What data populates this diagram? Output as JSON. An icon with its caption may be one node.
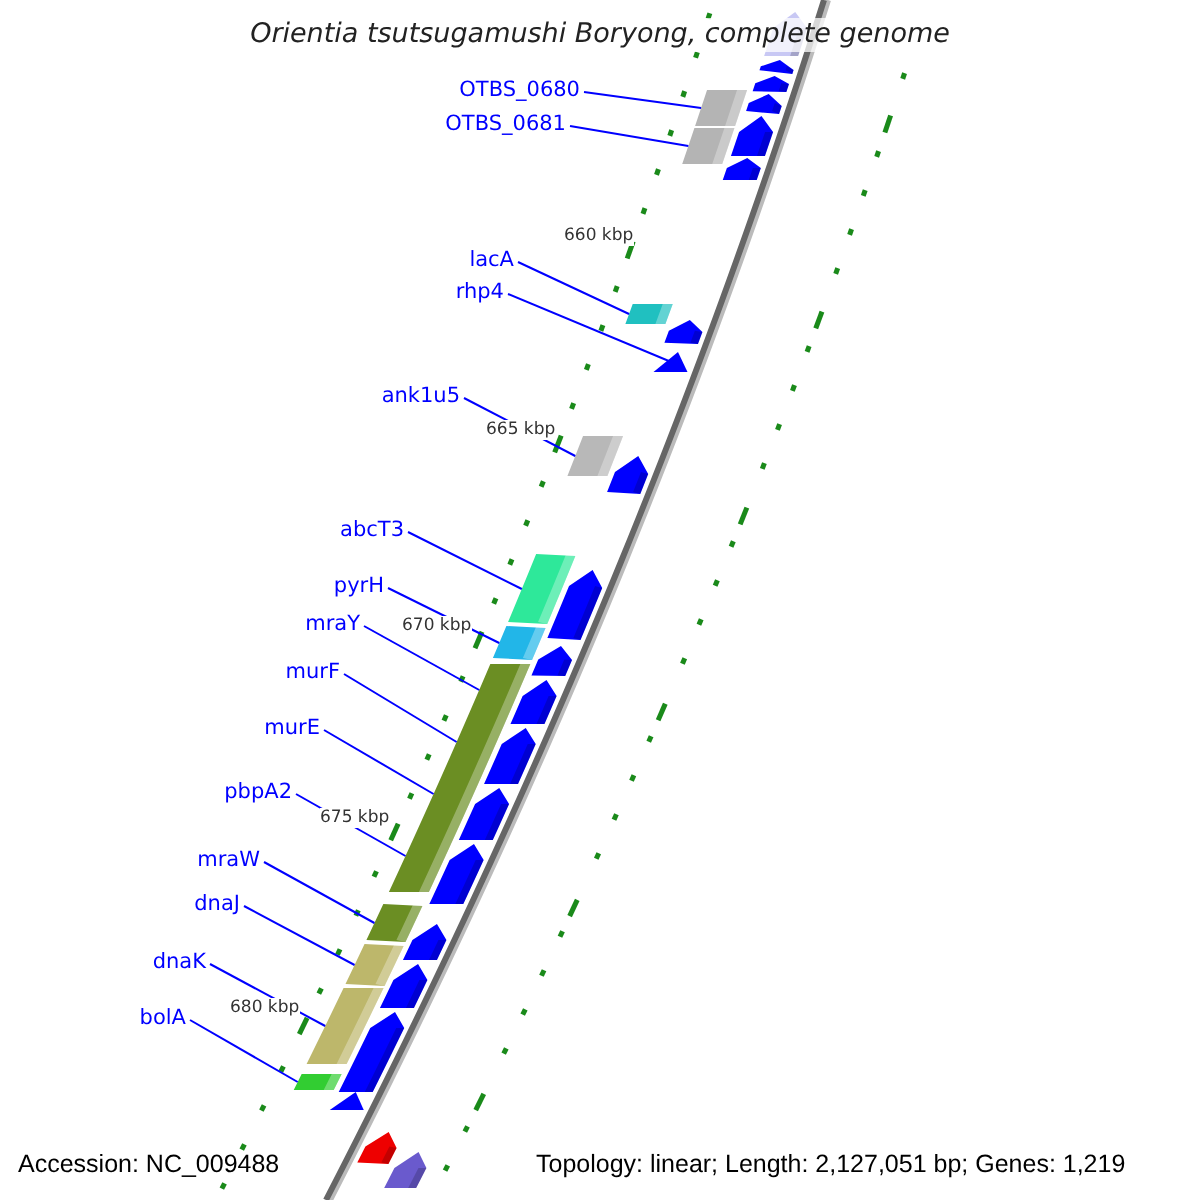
{
  "diagram": {
    "title": "Orientia tsutsugamushi Boryong, complete genome",
    "nodes": [
      {
        "text": [
          "OTBS_0680"
        ]
      },
      {
        "text": [
          "OTBS_0681"
        ]
      },
      {
        "text": [
          "lacA"
        ]
      },
      {
        "text": [
          "rhp4"
        ]
      },
      {
        "text": [
          "ank1u5"
        ]
      },
      {
        "text": [
          "abcT3"
        ]
      },
      {
        "text": [
          "pyrH"
        ]
      },
      {
        "text": [
          "mraY"
        ]
      },
      {
        "text": [
          "murF"
        ]
      },
      {
        "text": [
          "murE"
        ]
      },
      {
        "text": [
          "pbpA2"
        ]
      },
      {
        "text": [
          "mraW"
        ]
      },
      {
        "text": [
          "dnaJ"
        ]
      },
      {
        "text": [
          "dnaK"
        ]
      },
      {
        "text": [
          "bolA"
        ]
      },
      {
        "text": [],
        "shape": "box"
      },
      {
        "text": [],
        "shape": "box"
      },
      {
        "text": [],
        "shape": "box"
      },
      {
        "text": [],
        "shape": "triangle"
      },
      {
        "text": [],
        "shape": "box"
      },
      {
        "text": [],
        "shape": "box"
      },
      {
        "text": [],
        "shape": "box"
      },
      {
        "text": [],
        "shape": "box"
      },
      {
        "text": [],
        "shape": "box"
      },
      {
        "text": [],
        "shape": "box"
      },
      {
        "text": [],
        "shape": "box"
      },
      {
        "text": [],
        "shape": "box"
      },
      {
        "text": [],
        "shape": "box"
      },
      {
        "text": [],
        "shape": "box"
      },
      {
        "text": [],
        "shape": "box"
      },
      {
        "text": [],
        "shape": "pentagon"
      },
      {
        "text": [],
        "shape": "pentagon"
      },
      {
        "text": [],
        "shape": "pentagon"
      },
      {
        "text": [],
        "shape": "pentagon"
      },
      {
        "text": [],
        "shape": "pentagon"
      },
      {
        "text": [],
        "shape": "pentagon"
      },
      {
        "text": [],
        "shape": "pentagon"
      },
      {
        "text": [],
        "shape": "pentagon"
      },
      {
        "text": [],
        "shape": "pentagon"
      },
      {
        "text": [],
        "shape": "pentagon"
      },
      {
        "text": [],
        "shape": "pentagon"
      },
      {
        "text": [],
        "shape": "pentagon"
      },
      {
        "text": [],
        "shape": "pentagon"
      },
      {
        "text": [],
        "shape": "pentagon"
      },
      {
        "text": [],
        "shape": "pentagon"
      },
      {
        "text": [],
        "shape": "pentagon"
      },
      {
        "text": [],
        "shape": "pentagon"
      },
      {
        "text": [],
        "shape": "triangle"
      },
      {
        "text": [],
        "shape": "pentagon"
      },
      {
        "text": [],
        "shape": "pentagon"
      }
    ],
    "edges": [
      {
        "from": 0,
        "to": 15,
        "arrow": "none"
      },
      {
        "from": 1,
        "to": 16,
        "arrow": "none"
      },
      {
        "from": 2,
        "to": 17,
        "arrow": "none"
      },
      {
        "from": 3,
        "to": 18,
        "arrow": "none"
      },
      {
        "from": 4,
        "to": 19,
        "arrow": "none"
      },
      {
        "from": 5,
        "to": 20,
        "arrow": "none"
      },
      {
        "from": 6,
        "to": 21,
        "arrow": "none"
      },
      {
        "from": 7,
        "to": 22,
        "arrow": "none"
      },
      {
        "from": 8,
        "to": 23,
        "arrow": "none"
      },
      {
        "from": 9,
        "to": 24,
        "arrow": "none"
      },
      {
        "from": 10,
        "to": 25,
        "arrow": "none"
      },
      {
        "from": 11,
        "to": 26,
        "arrow": "none"
      },
      {
        "from": 12,
        "to": 27,
        "arrow": "none"
      },
      {
        "from": 13,
        "to": 28,
        "arrow": "none"
      },
      {
        "from": 14,
        "to": 29,
        "arrow": "none"
      }
    ],
    "labels": [
      "660 kbp",
      "665 kbp",
      "670 kbp",
      "675 kbp",
      "680 kbp",
      "Accession: NC_009488",
      "Topology: linear; Length: 2,127,051 bp; Genes: 1,219"
    ]
  }
}
